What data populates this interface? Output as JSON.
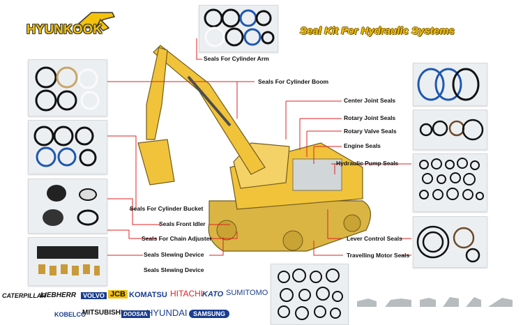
{
  "brand_logo": {
    "text": "HYUNKOOK"
  },
  "title": "Seal Kit For Hydraulic Systems",
  "labels": {
    "arm": "Seals For Cylinder Arm",
    "boom": "Seals For Cylinder Boom",
    "center_joint": "Center Joint Seals",
    "rotary_joint": "Rotary Joint Seals",
    "rotary_valve": "Rotary Valve Seals",
    "engine": "Engine Seals",
    "hydraulic_pump": "Hydraulic Pump Seals",
    "bucket": "Seals For Cylinder Bucket",
    "front_idler": "Seals Front Idler",
    "chain_adjuster": "Seals For Chain Adjuster",
    "slewing_1": "Seals Slewing Device",
    "slewing_2": "Seals Slewing Device",
    "lever_control": "Lever Control Seals",
    "travelling_motor": "Travelling Motor Seals"
  },
  "brands": {
    "caterpillar": "CATERPILLAR",
    "liebherr": "LIEBHERR",
    "volvo": "VOLVO",
    "jcb": "JCB",
    "komatsu": "KOMATSU",
    "hitachi": "HITACHI",
    "kato": "KATO",
    "sumitomo": "SUMITOMO",
    "kobelco": "KOBELCO",
    "mitsubishi": "MITSUBISHI",
    "doosan": "DOOSAN",
    "hyundai": "HYUNDAI",
    "samsung": "SAMSUNG"
  },
  "colors": {
    "accent": "#f4c20d",
    "leader_line": "#e02020",
    "machine": "#f0c030",
    "ring_black": "#111111",
    "ring_blue": "#1e57b0"
  }
}
